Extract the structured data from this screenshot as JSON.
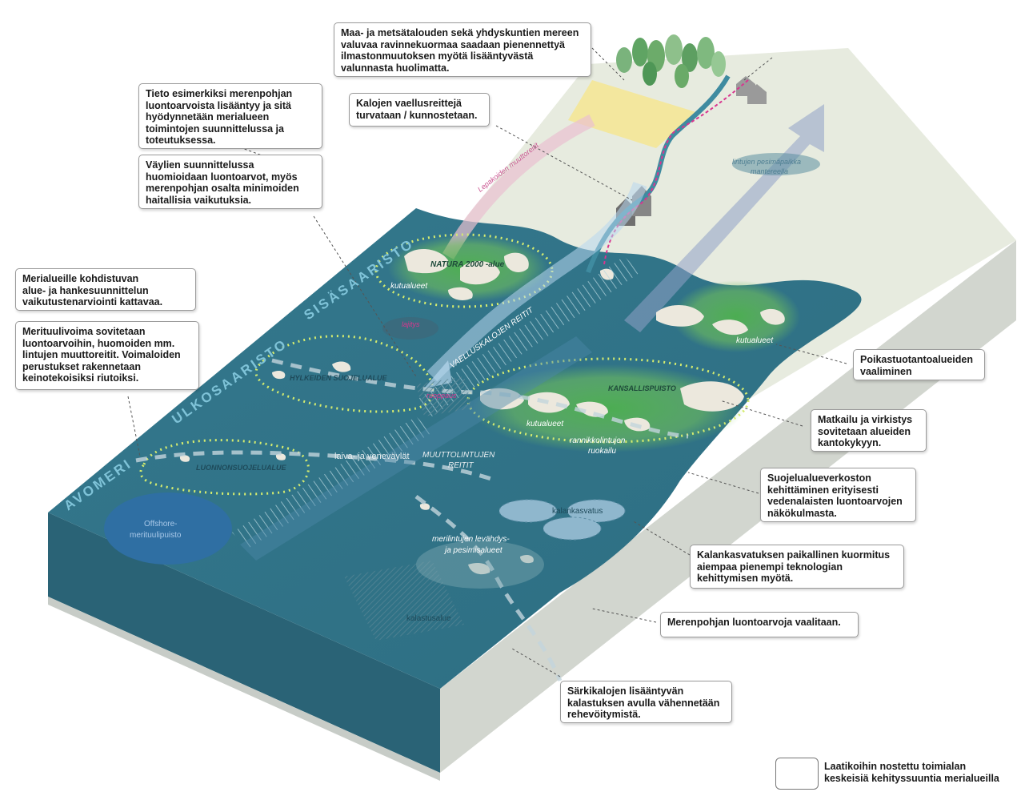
{
  "callouts": [
    {
      "id": "c1",
      "text": "Maa- ja metsätalouden sekä yhdyskuntien mereen\nvaluvaa ravinnekuormaa saadaan pienennettyä\nilmastonmuutoksen myötä lisääntyvästä\nvalunnasta huolimatta."
    },
    {
      "id": "c2",
      "text": "Tieto esimerkiksi merenpohjan\nluontoarvoista lisääntyy ja sitä\nhyödynnetään merialueen\ntoimintojen suunnittelussa ja\ntoteutuksessa."
    },
    {
      "id": "c3",
      "text": "Kalojen vaellusreittejä\nturvataan / kunnostetaan."
    },
    {
      "id": "c4",
      "text": "Väylien suunnittelussa\nhuomioidaan luontoarvot, myös\nmerenpohjan osalta minimoiden\nhaitallisia vaikutuksia."
    },
    {
      "id": "c5",
      "text": "Merialueille kohdistuvan\nalue- ja hankesuunnittelun\nvaikutustenarviointi kattavaa."
    },
    {
      "id": "c6",
      "text": "Merituulivoima sovitetaan\nluontoarvoihin, huomoiden mm.\nlintujen muuttoreitit. Voimaloiden\nperustukset rakennetaan\nkeinotekoisiksi riutoiksi."
    },
    {
      "id": "c7",
      "text": "Poikastuotantoalueiden\nvaaliminen"
    },
    {
      "id": "c8",
      "text": "Matkailu ja virkistys\nsovitetaan alueiden\nkantokykyyn."
    },
    {
      "id": "c9",
      "text": "Suojelualueverkoston\nkehittäminen erityisesti\nvedenalaisten luontoarvojen\nnäkökulmasta."
    },
    {
      "id": "c10",
      "text": "Kalankasvatuksen paikallinen kuormitus\naiempaa pienempi teknologian\nkehittymisen myötä."
    },
    {
      "id": "c11",
      "text": "Merenpohjan luontoarvoja vaalitaan."
    },
    {
      "id": "c12",
      "text": "Särkikalojen lisääntyvän\nkalastuksen avulla vähennetään\nrehevöitymistä."
    }
  ],
  "zones": {
    "avomeri": "AVOMERI",
    "ulkosaaristo": "ULKOSAARISTO",
    "sisasaaristo": "SISÄSAARISTO"
  },
  "map_labels": {
    "natura": "NATURA 2000 -alue",
    "kutualueet_1": "kutualueet",
    "kutualueet_2": "kutualueet",
    "kutualueet_3": "kutualueet",
    "lajitys": "lajitys",
    "vaelluskalojen_reitit": "VAELLUSKALOJEN REITIT",
    "hylkeiden": "HYLKEIDEN SUOJELUALUE",
    "ruoppaus": "ruoppaus",
    "kansallispuisto": "KANSALLISPUISTO",
    "rannikkolintujen_1": "rannikkolintujen",
    "rannikkolintujen_2": "ruokailu",
    "laiva": "laiva- ja veneväylät",
    "muuttolintujen_1": "MUUTTOLINTUJEN",
    "muuttolintujen_2": "REITIT",
    "luonnonsuojelualue": "LUONNONSUOJELUALUE",
    "offshore_1": "Offshore-",
    "offshore_2": "merituulipuisto",
    "kalankasvatus": "kalankasvatus",
    "merilintujen_1": "merilintujen levähdys-",
    "merilintujen_2": "ja pesimisalueet",
    "kalastusalue": "kalastusalue",
    "lepakoiden": "Lepakoiden muuttoreitit",
    "lintujen_1": "lintujen pesimäpaikka",
    "lintujen_2": "mantereella"
  },
  "legend": {
    "text": "Laatikoihin nostettu toimialan\nkeskeisiä kehityssuuntia merialueilla"
  },
  "colors": {
    "sea": "#2f7186",
    "sea_light": "#3f8b9f",
    "land": "#e7ebdf",
    "field": "#f3e79a",
    "green_zone": "#59b758",
    "dotted": "#d5ec6f",
    "route_pink": "#d8368f",
    "arrow_blue": "#8fb3d6"
  }
}
